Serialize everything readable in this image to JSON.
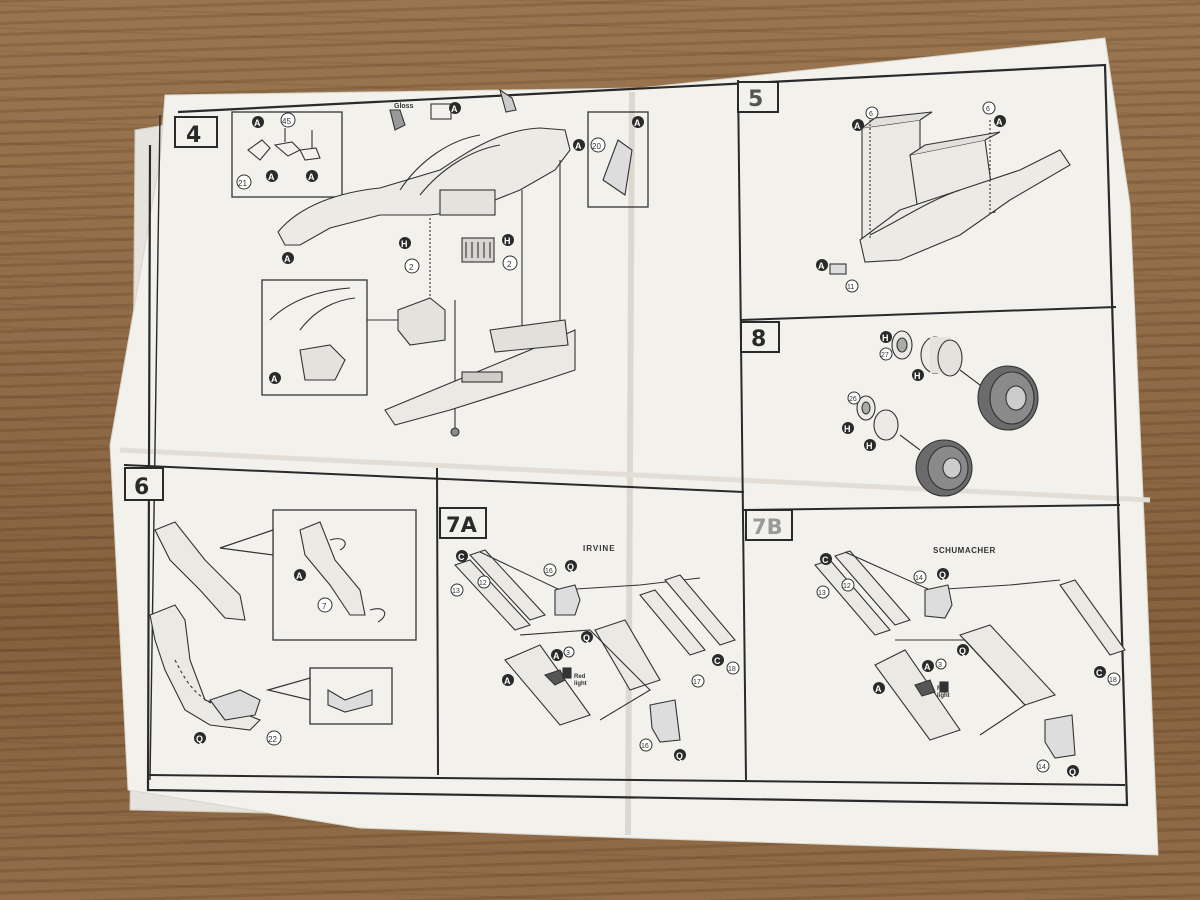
{
  "steps": {
    "s4": "4",
    "s5": "5",
    "s6": "6",
    "s7a": "7A",
    "s7b": "7B",
    "s8": "8"
  },
  "titles": {
    "irvine": "IRVINE",
    "schumacher": "SCHUMACHER"
  },
  "labels": {
    "gloss": "Gloss",
    "red_light": "Red\nlight"
  },
  "parts": {
    "A": "A",
    "C": "C",
    "H": "H",
    "Q": "Q",
    "n2": "2",
    "n3": "3",
    "n6": "6",
    "n7": "7",
    "n11": "11",
    "n12": "12",
    "n13": "13",
    "n14": "14",
    "n16": "16",
    "n17": "17",
    "n18": "18",
    "n20": "20",
    "n21": "21",
    "n22": "22",
    "n26": "26",
    "n27": "27",
    "n45": "45"
  },
  "colors": {
    "paper": "#f3f1ec",
    "ink": "#2a2a2a",
    "wood": "#8a6440"
  }
}
